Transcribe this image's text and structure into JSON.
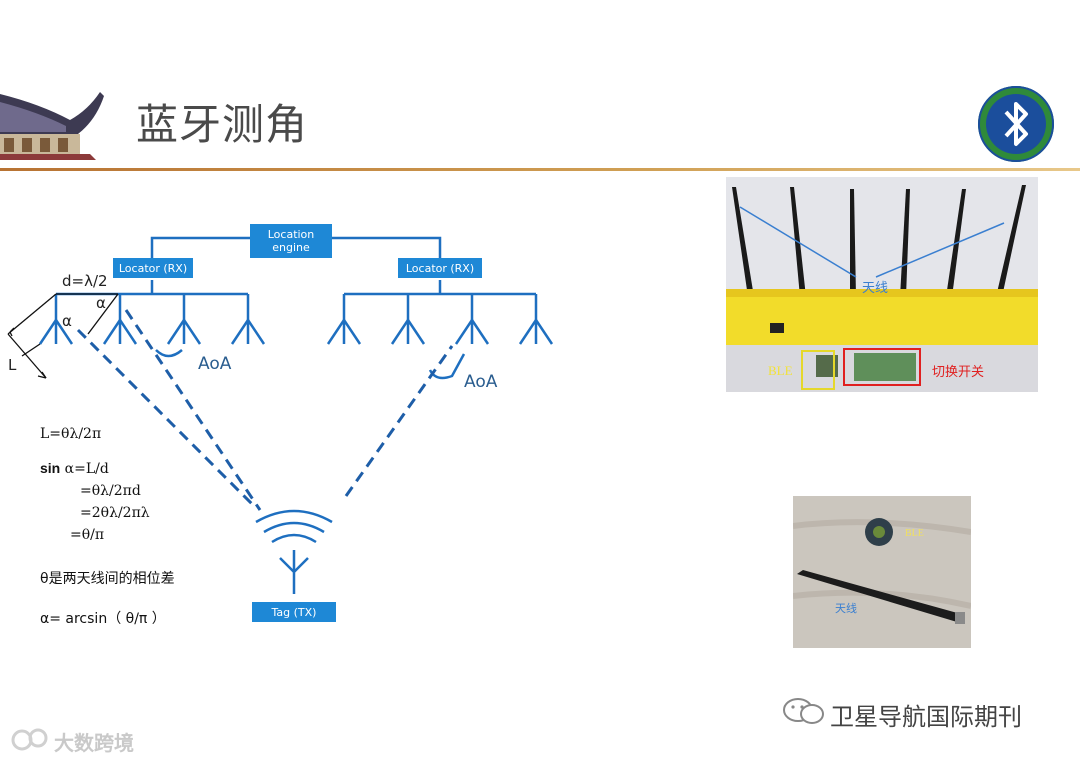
{
  "header": {
    "title": "蓝牙测角"
  },
  "diagram": {
    "location_engine": [
      "Location",
      "engine"
    ],
    "locator_left": "Locator (RX)",
    "locator_right": "Locator (RX)",
    "tag": "Tag (TX)",
    "aoa_left": "AoA",
    "aoa_right": "AoA",
    "d_label": "d=λ/2",
    "alpha_label": "α",
    "alpha_label2": "α",
    "L_label": "L"
  },
  "formulas": {
    "f1": "L=θλ/2π",
    "f2_sin": "sin",
    "f2_rest": " α=L/d",
    "f3": "=θλ/2πd",
    "f4": "=2θλ/2πλ",
    "f5": "=θ/π",
    "f6": "θ是两天线间的相位差",
    "f7": "α= arcsin（ θ/π ）"
  },
  "photo1": {
    "antenna_label": "天线",
    "ble_label": "BLE",
    "switch_label": "切换开关"
  },
  "photo2": {
    "ble_label": "BLE",
    "antenna_label": "天线"
  },
  "footer": {
    "wechat_text": "卫星导航国际期刊",
    "watermark_text": "大数跨境"
  }
}
